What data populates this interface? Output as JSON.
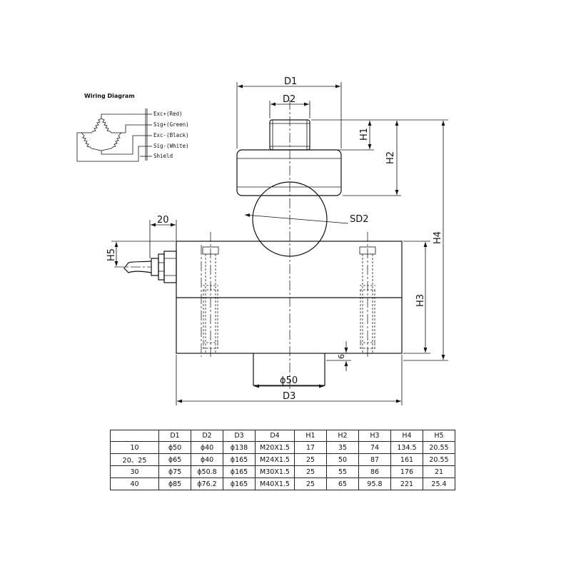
{
  "wiring": {
    "title": "Wiring Diagram",
    "wires": [
      "Exc+(Red)",
      "Sig+(Green)",
      "Exc-(Black)",
      "Sig-(White)",
      "Shield"
    ]
  },
  "dimensions": {
    "d1": "D1",
    "d2": "D2",
    "d3": "D3",
    "h1": "H1",
    "h2": "H2",
    "h3": "H3",
    "h4": "H4",
    "h5": "H5",
    "sd2": "SD2",
    "phi50": "ϕ50",
    "w20": "20",
    "six": "6"
  },
  "table": {
    "headers": [
      "",
      "D1",
      "D2",
      "D3",
      "D4",
      "H1",
      "H2",
      "H3",
      "H4",
      "H5"
    ],
    "rows": [
      [
        "10",
        "ϕ50",
        "ϕ40",
        "ϕ138",
        "M20X1.5",
        "17",
        "35",
        "74",
        "134.5",
        "20.55"
      ],
      [
        "20、25",
        "ϕ65",
        "ϕ40",
        "ϕ165",
        "M24X1.5",
        "25",
        "50",
        "87",
        "161",
        "20.55"
      ],
      [
        "30",
        "ϕ75",
        "ϕ50.8",
        "ϕ165",
        "M30X1.5",
        "25",
        "55",
        "86",
        "176",
        "21"
      ],
      [
        "40",
        "ϕ85",
        "ϕ76.2",
        "ϕ165",
        "M40X1.5",
        "25",
        "65",
        "95.8",
        "221",
        "25.4"
      ]
    ]
  }
}
